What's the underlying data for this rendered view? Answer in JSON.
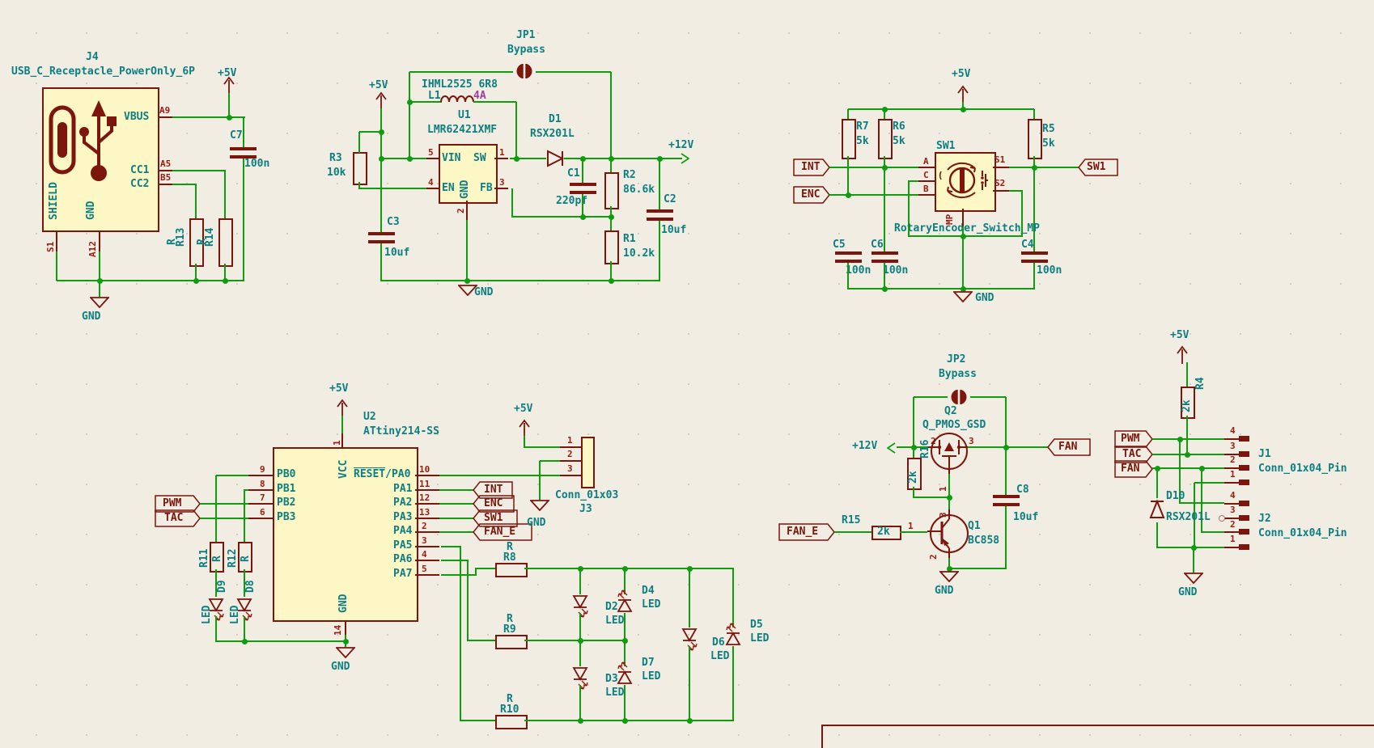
{
  "app": {
    "type": "kicad-schematic-canvas"
  },
  "nums": {
    "1": "1",
    "2": "2",
    "3": "3",
    "4": "4",
    "5": "5",
    "6": "6",
    "7": "7",
    "8": "8",
    "9": "9",
    "10": "10",
    "11": "11",
    "12": "12",
    "13": "13",
    "14": "14"
  },
  "power": {
    "p5v": "+5V",
    "p12v": "+12V",
    "gnd": "GND"
  },
  "nets": {
    "pwm": "PWM",
    "tac": "TAC",
    "int": "INT",
    "enc": "ENC",
    "sw1": "SW1",
    "fan_e": "FAN_E",
    "fan": "FAN"
  },
  "values": {
    "r": "R",
    "c100n": "100n",
    "c10uf": "10uf",
    "c220pf": "220pf",
    "r10k": "10k",
    "r5k": "5k",
    "r2k": "2k",
    "r86_6k": "86.6k",
    "r10_2k": "10.2k",
    "bypass": "Bypass",
    "rsx201l": "RSX201L",
    "led": "LED"
  },
  "usb": {
    "ref": "J4",
    "value": "USB_C_Receptacle_PowerOnly_6P",
    "pins": {
      "vbus": "VBUS",
      "cc1": "CC1",
      "cc2": "CC2",
      "shield": "SHIELD",
      "gnd": "GND"
    },
    "pads": {
      "vbus": "A9",
      "cc1": "A5",
      "cc2": "B5",
      "shield": "S1",
      "gnd": "A12"
    },
    "c7": "C7",
    "r13": "R13",
    "r14": "R14"
  },
  "psu": {
    "jp1": "JP1",
    "l1": "L1",
    "l1_value": "IHML2525 6R8",
    "l1_current": "4A",
    "u1": "U1",
    "u1_value": "LMR62421XMF",
    "pins": {
      "vin": "VIN",
      "sw": "SW",
      "en": "EN",
      "fb": "FB",
      "gnd": "GND"
    },
    "d1": "D1",
    "r3": "R3",
    "r2": "R2",
    "r1": "R1",
    "c3": "C3",
    "c1": "C1",
    "c2": "C2"
  },
  "enc": {
    "ref": "SW1",
    "value": "RotaryEncoder_Switch_MP",
    "pins": {
      "a": "A",
      "b": "B",
      "c": "C",
      "s1": "S1",
      "s2": "S2",
      "mp": "MP"
    },
    "r5": "R5",
    "r6": "R6",
    "r7": "R7",
    "c4": "C4",
    "c5": "C5",
    "c6": "C6"
  },
  "mcu": {
    "ref": "U2",
    "value": "ATtiny214-SS",
    "vcc": "VCC",
    "gnd": "GND",
    "reset": "RESET",
    "reset_suffix": "/PA0",
    "pb0": "PB0",
    "pb1": "PB1",
    "pb2": "PB2",
    "pb3": "PB3",
    "pa1": "PA1",
    "pa2": "PA2",
    "pa3": "PA3",
    "pa4": "PA4",
    "pa5": "PA5",
    "pa6": "PA6",
    "pa7": "PA7"
  },
  "leds": {
    "r8": "R8",
    "r9": "R9",
    "r10": "R10",
    "r11": "R11",
    "r12": "R12",
    "d2": "D2",
    "d3": "D3",
    "d4": "D4",
    "d5": "D5",
    "d6": "D6",
    "d7": "D7",
    "d8": "D8",
    "d9": "D9"
  },
  "fan": {
    "jp2": "JP2",
    "q2": "Q2",
    "q2_value": "Q_PMOS_GSD",
    "q1": "Q1",
    "q1_value": "BC858",
    "r15": "R15",
    "r16": "R16",
    "c8": "C8"
  },
  "io": {
    "j3": "J3",
    "j3_value": "Conn_01x03",
    "j1": "J1",
    "j2": "J2",
    "conn4": "Conn_01x04_Pin",
    "d10": "D10",
    "r4": "R4"
  }
}
